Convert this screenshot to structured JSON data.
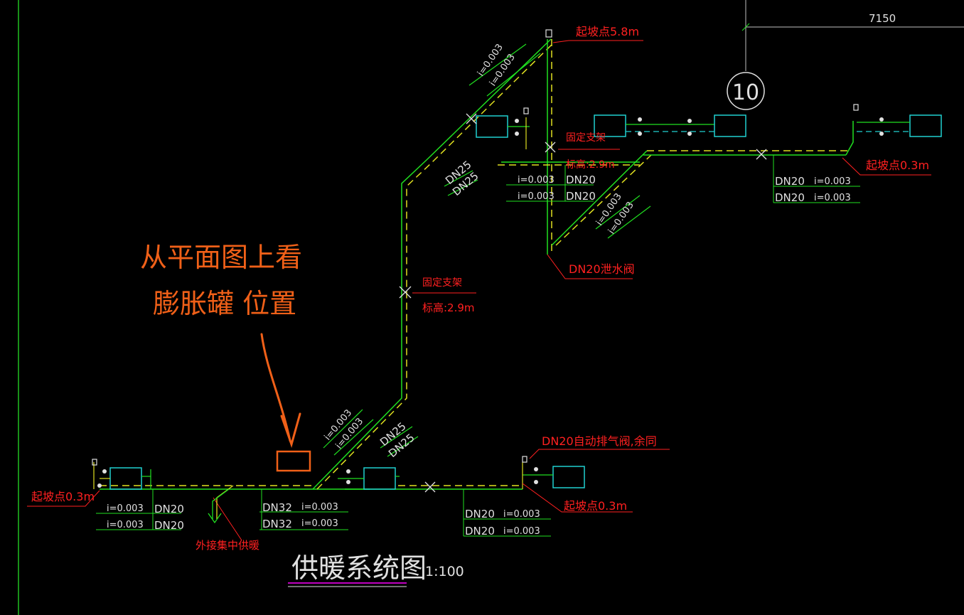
{
  "colors": {
    "background": "#000000",
    "supply_pipe": "#e0e020",
    "return_pipe": "#20e020",
    "radiator": "#20d0d0",
    "text_red": "#ff2020",
    "text_white": "#e0e0e0",
    "annotation_orange": "#f06018",
    "title_underline": "#c000c0"
  },
  "annotation": {
    "line1": "从平面图上看",
    "line2": "膨胀罐 位置"
  },
  "axis": {
    "dimension": "7150",
    "bubble": "10"
  },
  "labels": {
    "high_point": "起坡点5.8m",
    "fixed_support_top": "固定支架",
    "elevation_top": "标高:2.9m",
    "fixed_support_mid": "固定支架",
    "elevation_mid": "标高:2.9m",
    "drain_valve": "DN20泄水阀",
    "start_right": "起坡点0.3m",
    "start_left": "起坡点0.3m",
    "start_bottom_right": "起坡点0.3m",
    "air_valve": "DN20自动排气阀,余同",
    "external_supply": "外接集中供暖",
    "slope": "i=0.003",
    "dn20": "DN20",
    "dn25": "DN25",
    "dn32": "DN32"
  },
  "title": {
    "text": "供暖系统图",
    "scale": "1:100"
  }
}
